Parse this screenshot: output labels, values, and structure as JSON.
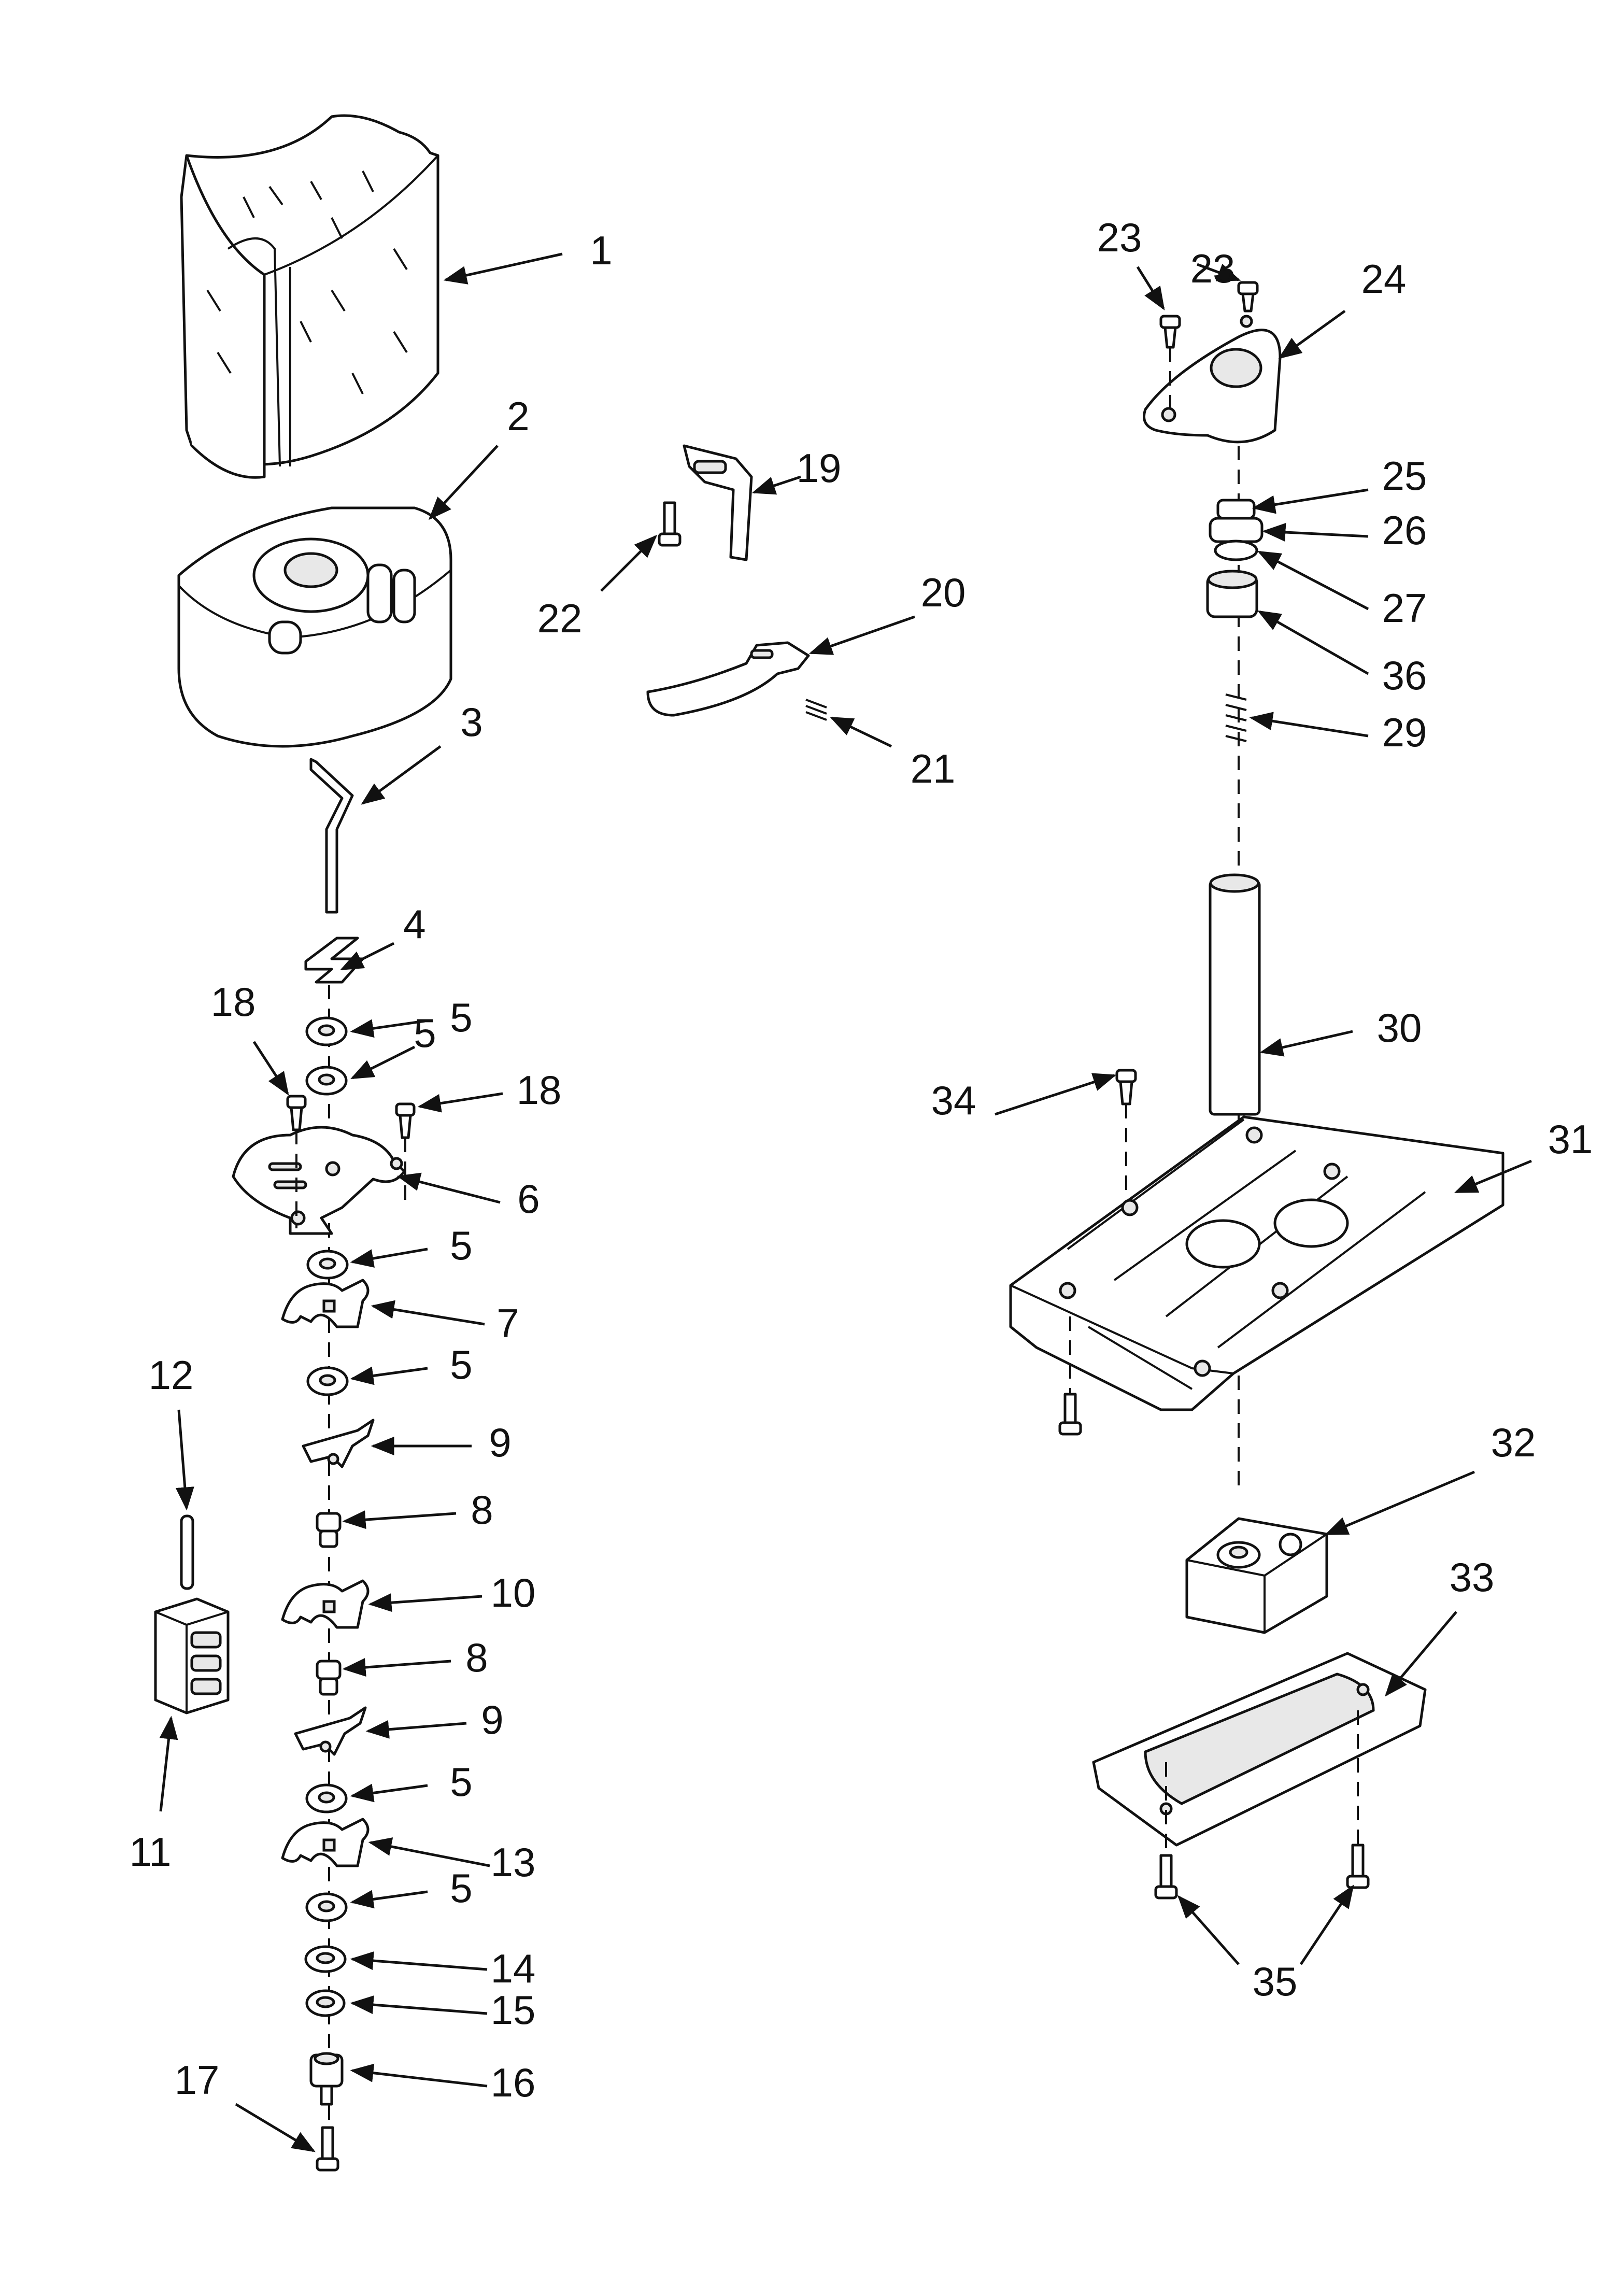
{
  "callouts": [
    {
      "id": "1",
      "label": "1"
    },
    {
      "id": "2",
      "label": "2"
    },
    {
      "id": "3",
      "label": "3"
    },
    {
      "id": "4",
      "label": "4"
    },
    {
      "id": "5a",
      "label": "5"
    },
    {
      "id": "5b",
      "label": "5"
    },
    {
      "id": "5c",
      "label": "5"
    },
    {
      "id": "5d",
      "label": "5"
    },
    {
      "id": "5e",
      "label": "5"
    },
    {
      "id": "5f",
      "label": "5"
    },
    {
      "id": "6",
      "label": "6"
    },
    {
      "id": "7",
      "label": "7"
    },
    {
      "id": "8a",
      "label": "8"
    },
    {
      "id": "8b",
      "label": "8"
    },
    {
      "id": "9a",
      "label": "9"
    },
    {
      "id": "9b",
      "label": "9"
    },
    {
      "id": "10",
      "label": "10"
    },
    {
      "id": "11",
      "label": "11"
    },
    {
      "id": "12",
      "label": "12"
    },
    {
      "id": "13",
      "label": "13"
    },
    {
      "id": "14",
      "label": "14"
    },
    {
      "id": "15",
      "label": "15"
    },
    {
      "id": "16",
      "label": "16"
    },
    {
      "id": "17",
      "label": "17"
    },
    {
      "id": "18a",
      "label": "18"
    },
    {
      "id": "18b",
      "label": "18"
    },
    {
      "id": "19",
      "label": "19"
    },
    {
      "id": "20",
      "label": "20"
    },
    {
      "id": "21",
      "label": "21"
    },
    {
      "id": "22",
      "label": "22"
    },
    {
      "id": "23a",
      "label": "23"
    },
    {
      "id": "23b",
      "label": "23"
    },
    {
      "id": "24",
      "label": "24"
    },
    {
      "id": "25",
      "label": "25"
    },
    {
      "id": "26",
      "label": "26"
    },
    {
      "id": "27",
      "label": "27"
    },
    {
      "id": "29",
      "label": "29"
    },
    {
      "id": "30",
      "label": "30"
    },
    {
      "id": "31",
      "label": "31"
    },
    {
      "id": "32",
      "label": "32"
    },
    {
      "id": "33",
      "label": "33"
    },
    {
      "id": "34",
      "label": "34"
    },
    {
      "id": "35",
      "label": "35"
    },
    {
      "id": "36",
      "label": "36"
    }
  ]
}
